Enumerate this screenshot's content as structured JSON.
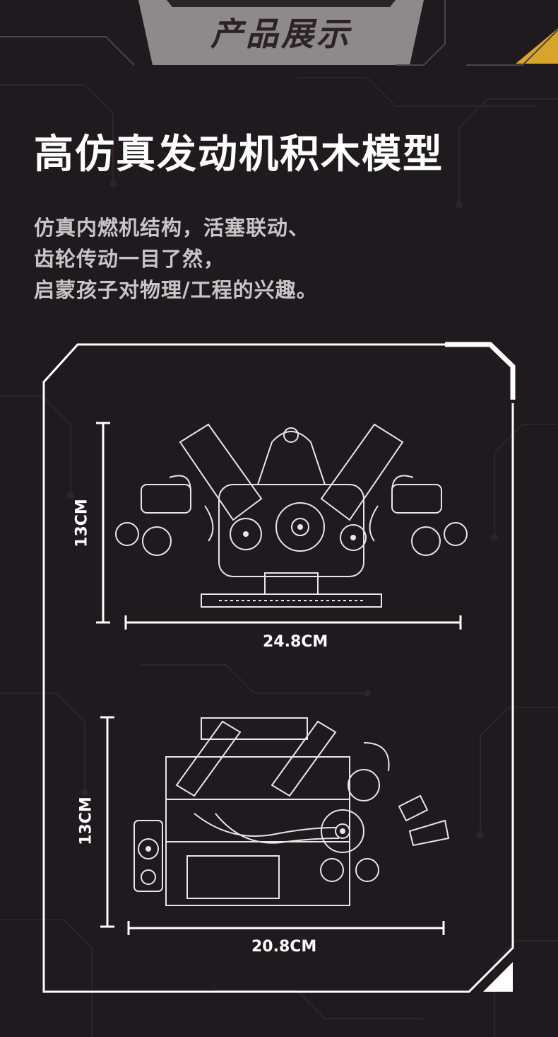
{
  "header": {
    "title": "产品展示"
  },
  "main_title": "高仿真发动机积木模型",
  "description": [
    "仿真内燃机结构，活塞联动、",
    "齿轮传动一目了然，",
    "启蒙孩子对物理/工程的兴趣。"
  ],
  "figure_front": {
    "height_label": "13CM",
    "width_label": "24.8CM"
  },
  "figure_side": {
    "height_label": "13CM",
    "width_label": "20.8CM"
  },
  "colors": {
    "background": "#1f1a1d",
    "tab": "#8e8a8c",
    "accent": "#d7a52a",
    "line": "#ffffff"
  }
}
